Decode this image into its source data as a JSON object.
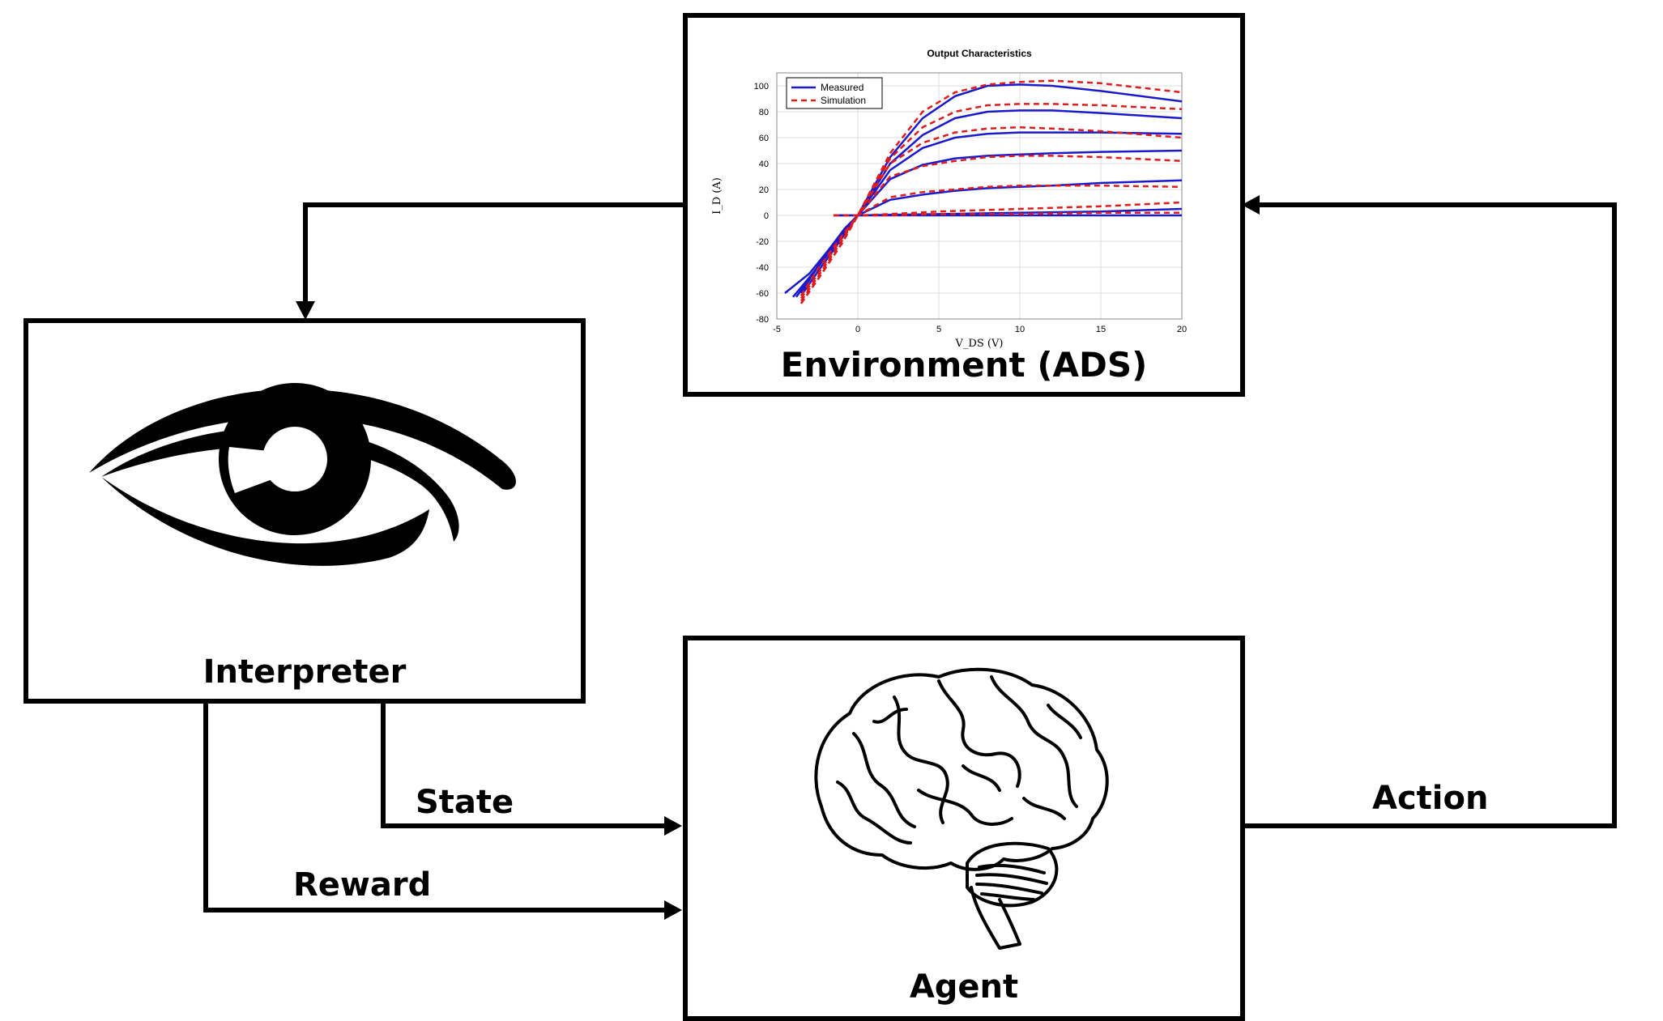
{
  "nodes": {
    "environment": {
      "label": "Environment (ADS)"
    },
    "interpreter": {
      "label": "Interpreter"
    },
    "agent": {
      "label": "Agent"
    }
  },
  "edges": {
    "state": "State",
    "reward": "Reward",
    "action": "Action"
  },
  "icons": {
    "interpreter": "eye-icon",
    "agent": "brain-icon"
  },
  "chart_data": {
    "type": "line",
    "title": "Output Characteristics",
    "xlabel": "V_DS (V)",
    "ylabel": "I_D (A)",
    "xlim": [
      -5,
      20
    ],
    "ylim": [
      -80,
      110
    ],
    "xticks": [
      -5,
      0,
      5,
      10,
      15,
      20
    ],
    "yticks": [
      -80,
      -60,
      -40,
      -20,
      0,
      20,
      40,
      60,
      80,
      100
    ],
    "grid": true,
    "legend_position": "top-left",
    "colors": {
      "measured": "#1a1acc",
      "simulation": "#e01b1b"
    },
    "series": [
      {
        "name": "Measured",
        "style": "solid",
        "curves": [
          {
            "x": [
              -4.5,
              -3,
              -1.5,
              0,
              2,
              4,
              6,
              8,
              10,
              12,
              15,
              20
            ],
            "y": [
              -60,
              -45,
              -22,
              0,
              45,
              75,
              92,
              100,
              101,
              100,
              96,
              88
            ]
          },
          {
            "x": [
              -4,
              -3,
              -1.5,
              0,
              2,
              4,
              6,
              8,
              10,
              12,
              15,
              20
            ],
            "y": [
              -63,
              -48,
              -24,
              0,
              40,
              62,
              75,
              80,
              81,
              81,
              79,
              75
            ]
          },
          {
            "x": [
              -3.5,
              -2.5,
              -1,
              0,
              2,
              4,
              6,
              8,
              10,
              12,
              15,
              20
            ],
            "y": [
              -62,
              -44,
              -18,
              0,
              35,
              52,
              60,
              63,
              64,
              64,
              64,
              63
            ]
          },
          {
            "x": [
              -3.8,
              -2.8,
              -1.2,
              0,
              2,
              4,
              6,
              8,
              10,
              12,
              15,
              20
            ],
            "y": [
              -63,
              -46,
              -19,
              0,
              28,
              39,
              44,
              46,
              47,
              48,
              49,
              50
            ]
          },
          {
            "x": [
              -3.5,
              -2,
              -0.8,
              0,
              2,
              4,
              6,
              8,
              10,
              12,
              15,
              20
            ],
            "y": [
              -60,
              -30,
              -10,
              0,
              12,
              16,
              19,
              21,
              22,
              23,
              25,
              27
            ]
          },
          {
            "x": [
              -1.5,
              -0.5,
              0,
              2,
              5,
              10,
              15,
              20
            ],
            "y": [
              0,
              0,
              0,
              0.5,
              1,
              2,
              3,
              5
            ]
          },
          {
            "x": [
              -1.5,
              -0.5,
              0,
              2,
              5,
              10,
              15,
              20
            ],
            "y": [
              0,
              0,
              0,
              0,
              0,
              0,
              0,
              0
            ]
          }
        ]
      },
      {
        "name": "Simulation",
        "style": "dashed",
        "curves": [
          {
            "x": [
              -3.5,
              -2.5,
              -1,
              0,
              2,
              4,
              6,
              8,
              10,
              12,
              15,
              20
            ],
            "y": [
              -68,
              -50,
              -22,
              0,
              48,
              80,
              95,
              101,
              103,
              104,
              102,
              95
            ]
          },
          {
            "x": [
              -3.5,
              -2.5,
              -1,
              0,
              2,
              4,
              6,
              8,
              10,
              12,
              15,
              20
            ],
            "y": [
              -68,
              -50,
              -22,
              0,
              44,
              68,
              80,
              85,
              86,
              86,
              85,
              82
            ]
          },
          {
            "x": [
              -3.5,
              -2.5,
              -1,
              0,
              2,
              4,
              6,
              8,
              10,
              12,
              15,
              20
            ],
            "y": [
              -66,
              -48,
              -20,
              0,
              40,
              56,
              64,
              67,
              68,
              67,
              65,
              60
            ]
          },
          {
            "x": [
              -3.5,
              -2.5,
              -1,
              0,
              2,
              4,
              6,
              8,
              10,
              12,
              15,
              20
            ],
            "y": [
              -64,
              -46,
              -18,
              0,
              30,
              38,
              42,
              45,
              46,
              46,
              45,
              42
            ]
          },
          {
            "x": [
              -3.5,
              -2.5,
              -1,
              0,
              2,
              4,
              6,
              8,
              10,
              12,
              15,
              20
            ],
            "y": [
              -62,
              -42,
              -16,
              0,
              14,
              18,
              20,
              22,
              23,
              23,
              23,
              22
            ]
          },
          {
            "x": [
              -1.5,
              -0.5,
              0,
              2,
              5,
              10,
              15,
              20
            ],
            "y": [
              0,
              0,
              0,
              1,
              3,
              5,
              7,
              10
            ]
          },
          {
            "x": [
              -1.5,
              -0.5,
              0,
              2,
              5,
              10,
              15,
              20
            ],
            "y": [
              0,
              0,
              0,
              0,
              1,
              1,
              2,
              2
            ]
          }
        ]
      }
    ]
  }
}
